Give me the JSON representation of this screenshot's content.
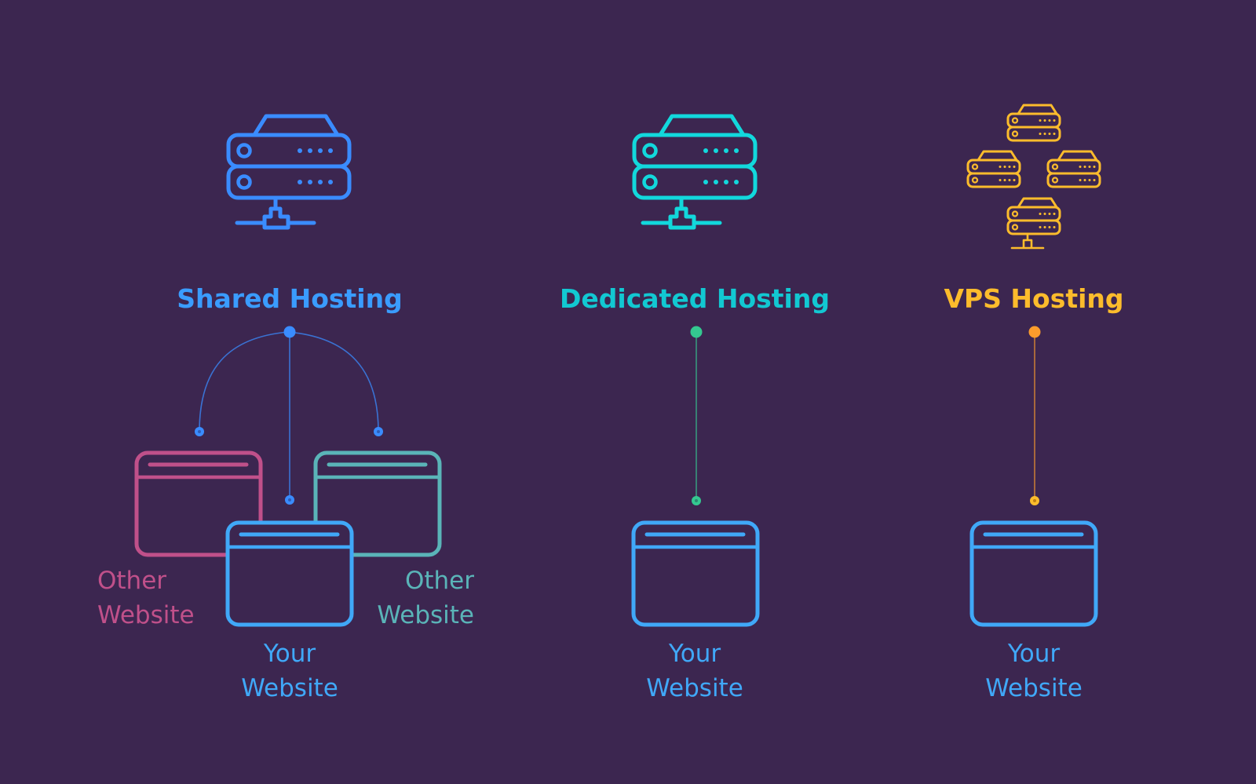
{
  "colors": {
    "background": "#3c2650",
    "shared": "#3a8cff",
    "dedicated": "#12d8dc",
    "vps": "#fcbc2c",
    "your_website": "#40a8f8",
    "other_website_pink": "#c0508a",
    "other_website_teal": "#5ab4b8",
    "dedicated_dot": "#34c890",
    "vps_dot": "#fc9c2c"
  },
  "hosting": {
    "shared": {
      "title": "Shared Hosting",
      "icon": "server-icon"
    },
    "dedicated": {
      "title": "Dedicated Hosting",
      "icon": "server-icon"
    },
    "vps": {
      "title": "VPS Hosting",
      "icon": "server-cluster-icon"
    }
  },
  "websites": {
    "other_left": {
      "line1": "Other",
      "line2": "Website",
      "icon": "browser-window-icon"
    },
    "other_right": {
      "line1": "Other",
      "line2": "Website",
      "icon": "browser-window-icon"
    },
    "your_shared": {
      "line1": "Your",
      "line2": "Website",
      "icon": "browser-window-icon"
    },
    "your_dedicated": {
      "line1": "Your",
      "line2": "Website",
      "icon": "browser-window-icon"
    },
    "your_vps": {
      "line1": "Your",
      "line2": "Website",
      "icon": "browser-window-icon"
    }
  }
}
